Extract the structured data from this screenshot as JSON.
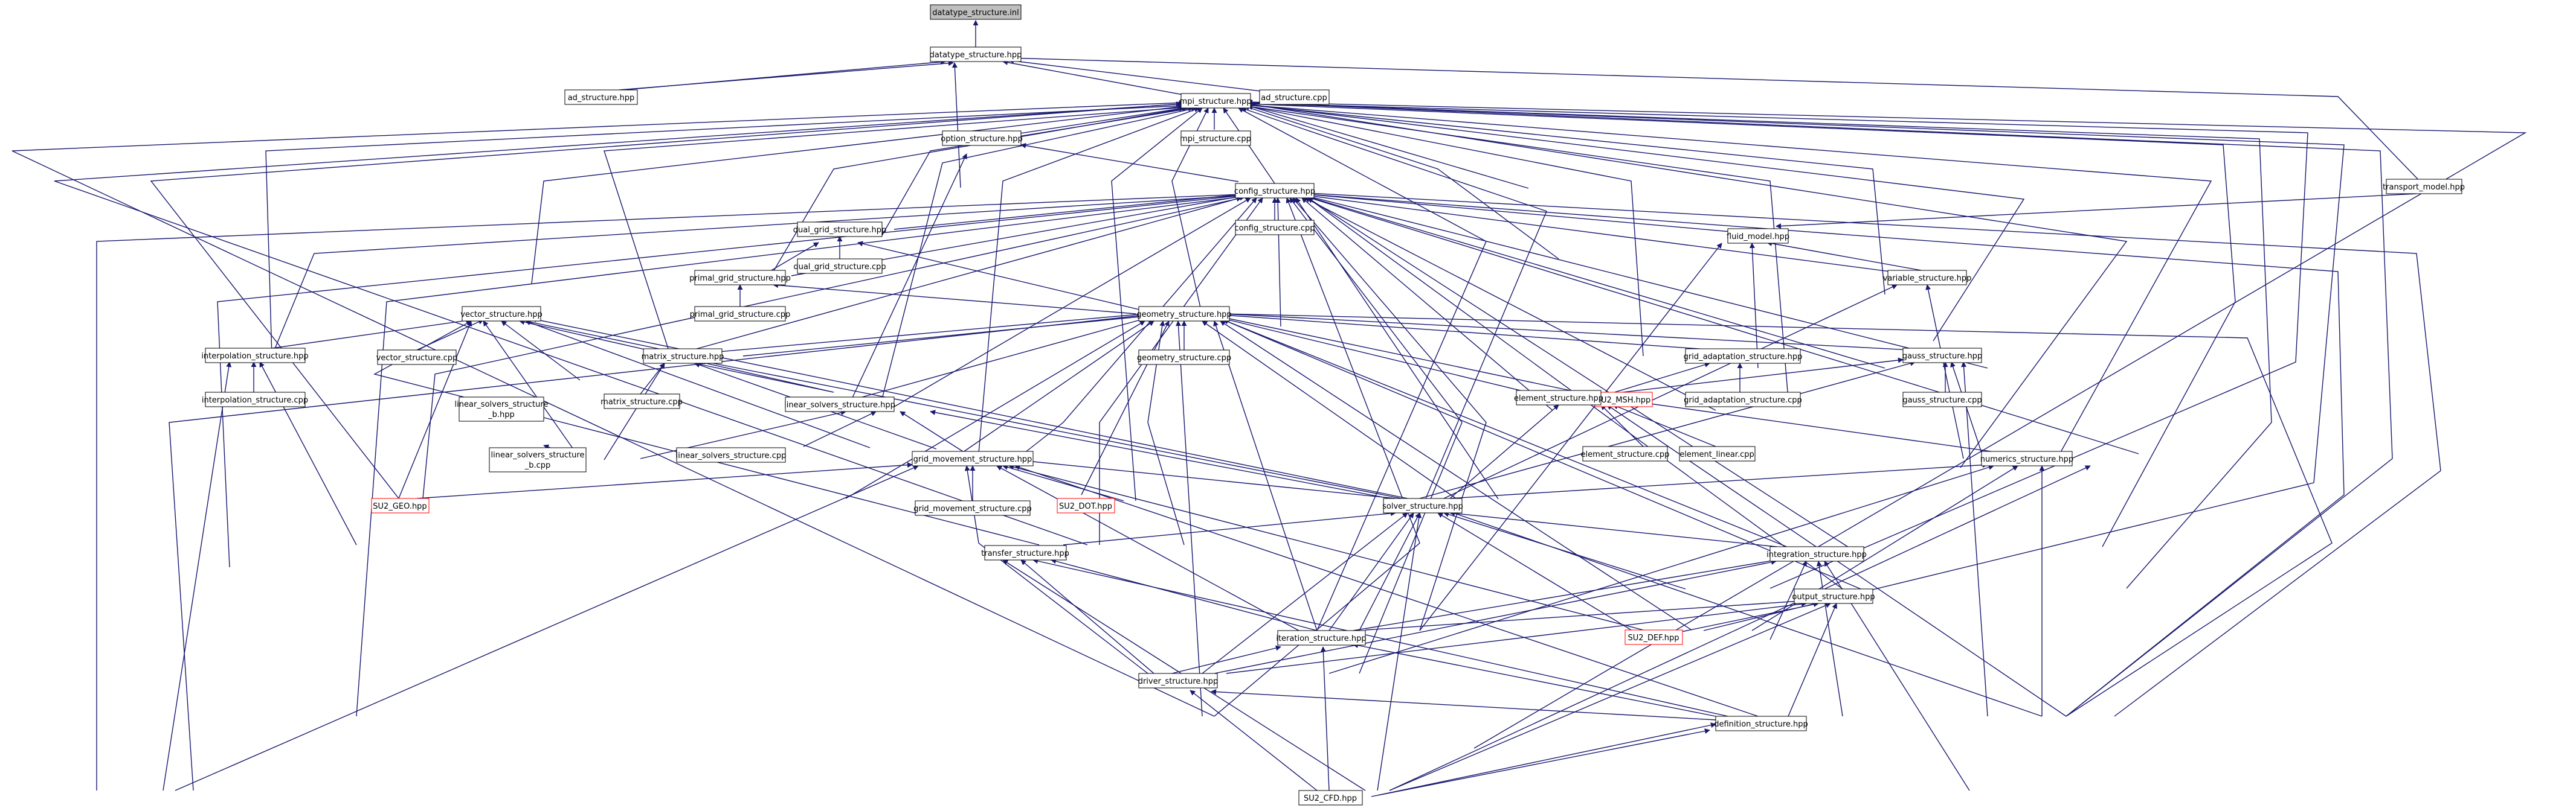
{
  "colors": {
    "edge": "#191970",
    "node_border": "#000000",
    "root_fill": "#bfbfbf",
    "missing_border": "#ff0000",
    "background": "#ffffff"
  },
  "nodes": {
    "datatype_inl": "datatype_structure.inl",
    "datatype_hpp": "datatype_structure.hpp",
    "ad_hpp": "ad_structure.hpp",
    "ad_cpp": "ad_structure.cpp",
    "mpi_hpp": "mpi_structure.hpp",
    "mpi_cpp": "mpi_structure.cpp",
    "option_hpp": "option_structure.hpp",
    "config_hpp": "config_structure.hpp",
    "config_cpp": "config_structure.cpp",
    "transport_hpp": "transport_model.hpp",
    "fluid_hpp": "fluid_model.hpp",
    "variable_hpp": "variable_structure.hpp",
    "dual_hpp": "dual_grid_structure.hpp",
    "dual_cpp": "dual_grid_structure.cpp",
    "primal_hpp": "primal_grid_structure.hpp",
    "primal_cpp": "primal_grid_structure.cpp",
    "vector_hpp": "vector_structure.hpp",
    "vector_cpp": "vector_structure.cpp",
    "geometry_hpp": "geometry_structure.hpp",
    "geometry_cpp": "geometry_structure.cpp",
    "interp_hpp": "interpolation_structure.hpp",
    "interp_cpp": "interpolation_structure.cpp",
    "matrix_hpp": "matrix_structure.hpp",
    "matrix_cpp": "matrix_structure.cpp",
    "gridadapt_hpp": "grid_adaptation_structure.hpp",
    "gridadapt_cpp": "grid_adaptation_structure.cpp",
    "gauss_hpp": "gauss_structure.hpp",
    "gauss_cpp": "gauss_structure.cpp",
    "su2msh_hpp": "SU2_MSH.hpp",
    "element_hpp": "element_structure.hpp",
    "element_cpp": "element_structure.cpp",
    "element_linear_cpp": "element_linear.cpp",
    "linb_hpp_line1": "linear_solvers_structure",
    "linb_hpp_line2": "_b.hpp",
    "lin_hpp": "linear_solvers_structure.hpp",
    "lin_cpp": "linear_solvers_structure.cpp",
    "linbcpp_line1": "linear_solvers_structure",
    "linbcpp_line2": "_b.cpp",
    "gridmove_hpp": "grid_movement_structure.hpp",
    "gridmove_cpp": "grid_movement_structure.cpp",
    "numerics_hpp": "numerics_structure.hpp",
    "su2geo_hpp": "SU2_GEO.hpp",
    "su2dot_hpp": "SU2_DOT.hpp",
    "solver_hpp": "solver_structure.hpp",
    "transfer_hpp": "transfer_structure.hpp",
    "integration_hpp": "integration_structure.hpp",
    "output_hpp": "output_structure.hpp",
    "su2def_hpp": "SU2_DEF.hpp",
    "iteration_hpp": "iteration_structure.hpp",
    "driver_hpp": "driver_structure.hpp",
    "definition_hpp": "definition_structure.hpp",
    "su2cfd_hpp": "SU2_CFD.hpp"
  }
}
